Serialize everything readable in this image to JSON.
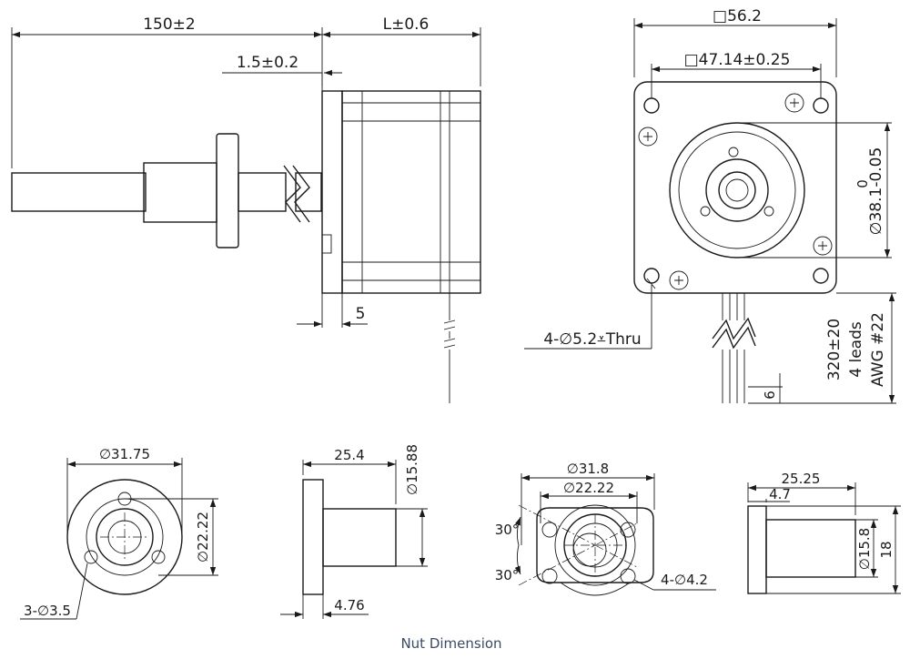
{
  "motor_side_view": {
    "shaft_length": "150±2",
    "body_length": "L±0.6",
    "flange_step": "1.5±0.2",
    "flange_thickness": "5"
  },
  "motor_front_view": {
    "body_square": "□56.2",
    "hole_spacing": "□47.14±0.25",
    "pilot_tolerance": "0",
    "pilot_diameter": "∅38.1-0.05",
    "mount_holes": "4-∅5.2⩡Thru",
    "lead_length": "320±20",
    "lead_count": "4 leads",
    "lead_gauge": "AWG #22",
    "lead_strip": "6"
  },
  "nut_a_front": {
    "flange_diameter": "∅31.75",
    "bolt_circle": "∅22.22",
    "flange_holes": "3-∅3.5"
  },
  "nut_a_side": {
    "length": "25.4",
    "body_diameter": "∅15.88",
    "flange_thickness": "4.76"
  },
  "nut_b_front": {
    "flange_width": "∅31.8",
    "bolt_circle": "∅22.22",
    "angle_top": "30°",
    "angle_bottom": "30°",
    "flange_holes": "4-∅4.2"
  },
  "nut_b_side": {
    "length": "25.25",
    "flange_thickness": "4.7",
    "body_diameter": "∅15.8",
    "flange_height": "18"
  },
  "caption": "Nut Dimension"
}
